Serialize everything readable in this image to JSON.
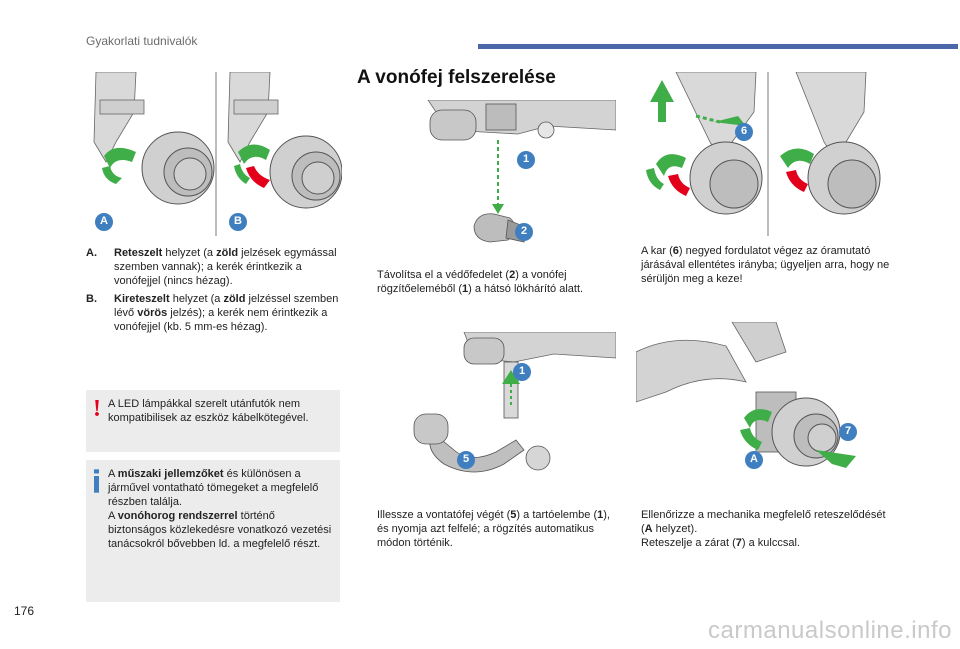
{
  "header": {
    "section": "Gyakorlati tudnivalók",
    "page_number": "176"
  },
  "watermark": "carmanualsonline.info",
  "title": "A vonófej felszerelése",
  "figures": {
    "fig_a_label": "A",
    "fig_b_label": "B",
    "fig_1a_labels": [
      "1",
      "2"
    ],
    "fig_1b_labels": [
      "1",
      "5"
    ],
    "fig_2a_label": "6",
    "fig_2b_labels": [
      "7",
      "A"
    ]
  },
  "definitions": [
    {
      "key": "A.",
      "bold": "Reteszelt",
      "rest1": " helyzet (a ",
      "bold2": "zöld",
      "rest2": " jelzések egymással szemben vannak); a kerék érintkezik a vonófejjel (nincs hézag)."
    },
    {
      "key": "B.",
      "bold": "Kireteszelt",
      "rest1": " helyzet (a ",
      "bold2": "zöld",
      "rest2": " jelzéssel szemben lévő ",
      "bold3": "vörös",
      "rest3": " jelzés); a kerék nem érintkezik a vonófejjel (kb. 5 mm-es hézag)."
    }
  ],
  "warning_box": {
    "text": "A LED lámpákkal szerelt utánfutók nem kompatibilisek az eszköz kábelkötegével."
  },
  "info_box": {
    "p1_a": "A ",
    "p1_bold": "műszaki jellemzőket",
    "p1_b": " és különösen a járművel vontatható tömegeket a megfelelő részben találja.",
    "p2_a": "A ",
    "p2_bold": "vonóhorog rendszerrel",
    "p2_b": " történő biztonságos közlekedésre vonatkozó vezetési tanácsokról bővebben ld. a megfelelő részt."
  },
  "steps": {
    "s1": {
      "a": "Távolítsa el a védőfedelet (",
      "n1": "2",
      "b": ") a vonófej rögzítőeleméből (",
      "n2": "1",
      "c": ") a hátsó lökhárító alatt."
    },
    "s2": {
      "a": "Illessze a vontatófej végét (",
      "n1": "5",
      "b": ") a tartóelembe (",
      "n2": "1",
      "c": "), és nyomja azt felfelé; a rögzítés automatikus módon történik."
    },
    "s3": {
      "a": "A kar (",
      "n1": "6",
      "b": ") negyed fordulatot végez az óramutató járásával ellentétes irányba; ügyeljen arra, hogy ne sérüljön meg a keze!"
    },
    "s4": {
      "a": "Ellenőrizze a mechanika megfelelő reteszelődését (",
      "n1": "A",
      "b": " helyzet)."
    },
    "s5": {
      "a": "Reteszelje a zárat (",
      "n1": "7",
      "b": ") a kulccsal."
    }
  },
  "bullet_symbol": "",
  "colors": {
    "accent_blue": "#4a67a9",
    "label_blue": "#3f7fc0",
    "lock_green": "#3fae49",
    "unlock_red": "#e3001b",
    "box_gray": "#ececec"
  }
}
